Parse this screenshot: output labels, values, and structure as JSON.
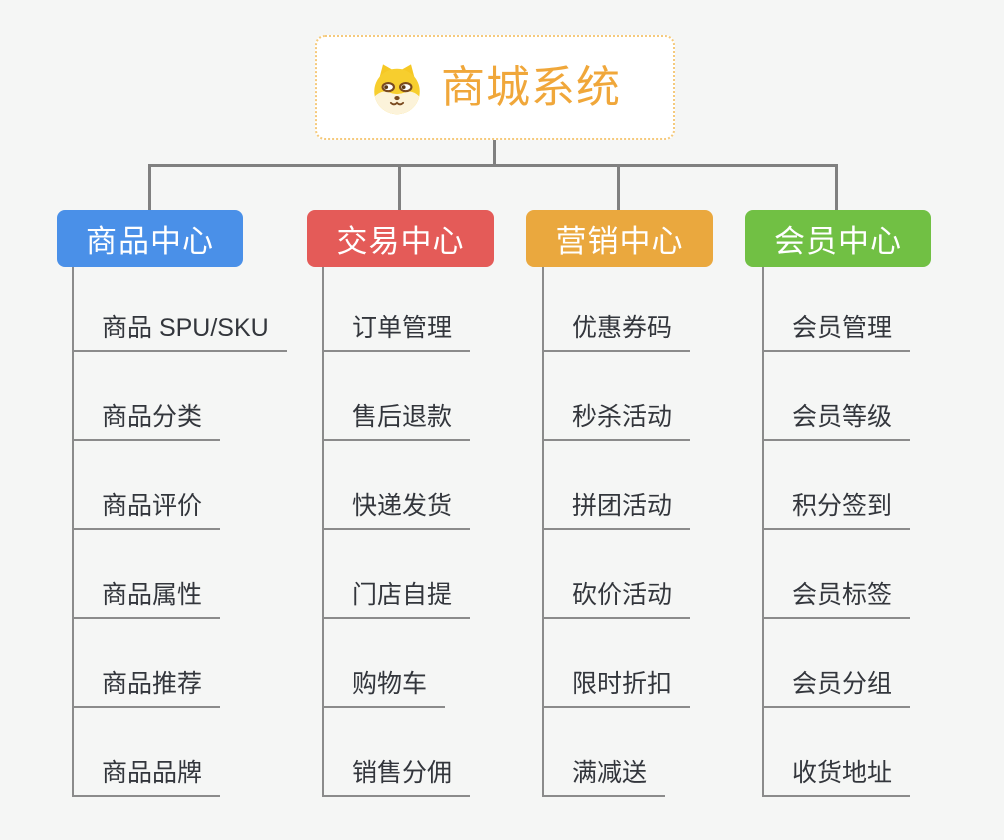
{
  "page": {
    "background": "#f5f6f5"
  },
  "colors": {
    "connector": "#808080",
    "sub_line": "#8b8b8b",
    "root_text": "#f0a73a",
    "root_border": "#f5ca7c"
  },
  "root": {
    "title": "商城系统",
    "icon": "dog-face-icon"
  },
  "branches": [
    {
      "label": "商品中心",
      "color": "#4a90e8",
      "items": [
        "商品 SPU/SKU",
        "商品分类",
        "商品评价",
        "商品属性",
        "商品推荐",
        "商品品牌"
      ]
    },
    {
      "label": "交易中心",
      "color": "#e45b58",
      "items": [
        "订单管理",
        "售后退款",
        "快递发货",
        "门店自提",
        "购物车",
        "销售分佣"
      ]
    },
    {
      "label": "营销中心",
      "color": "#eaa83e",
      "items": [
        "优惠券码",
        "秒杀活动",
        "拼团活动",
        "砍价活动",
        "限时折扣",
        "满减送"
      ]
    },
    {
      "label": "会员中心",
      "color": "#71c044",
      "items": [
        "会员管理",
        "会员等级",
        "积分签到",
        "会员标签",
        "会员分组",
        "收货地址"
      ]
    }
  ]
}
